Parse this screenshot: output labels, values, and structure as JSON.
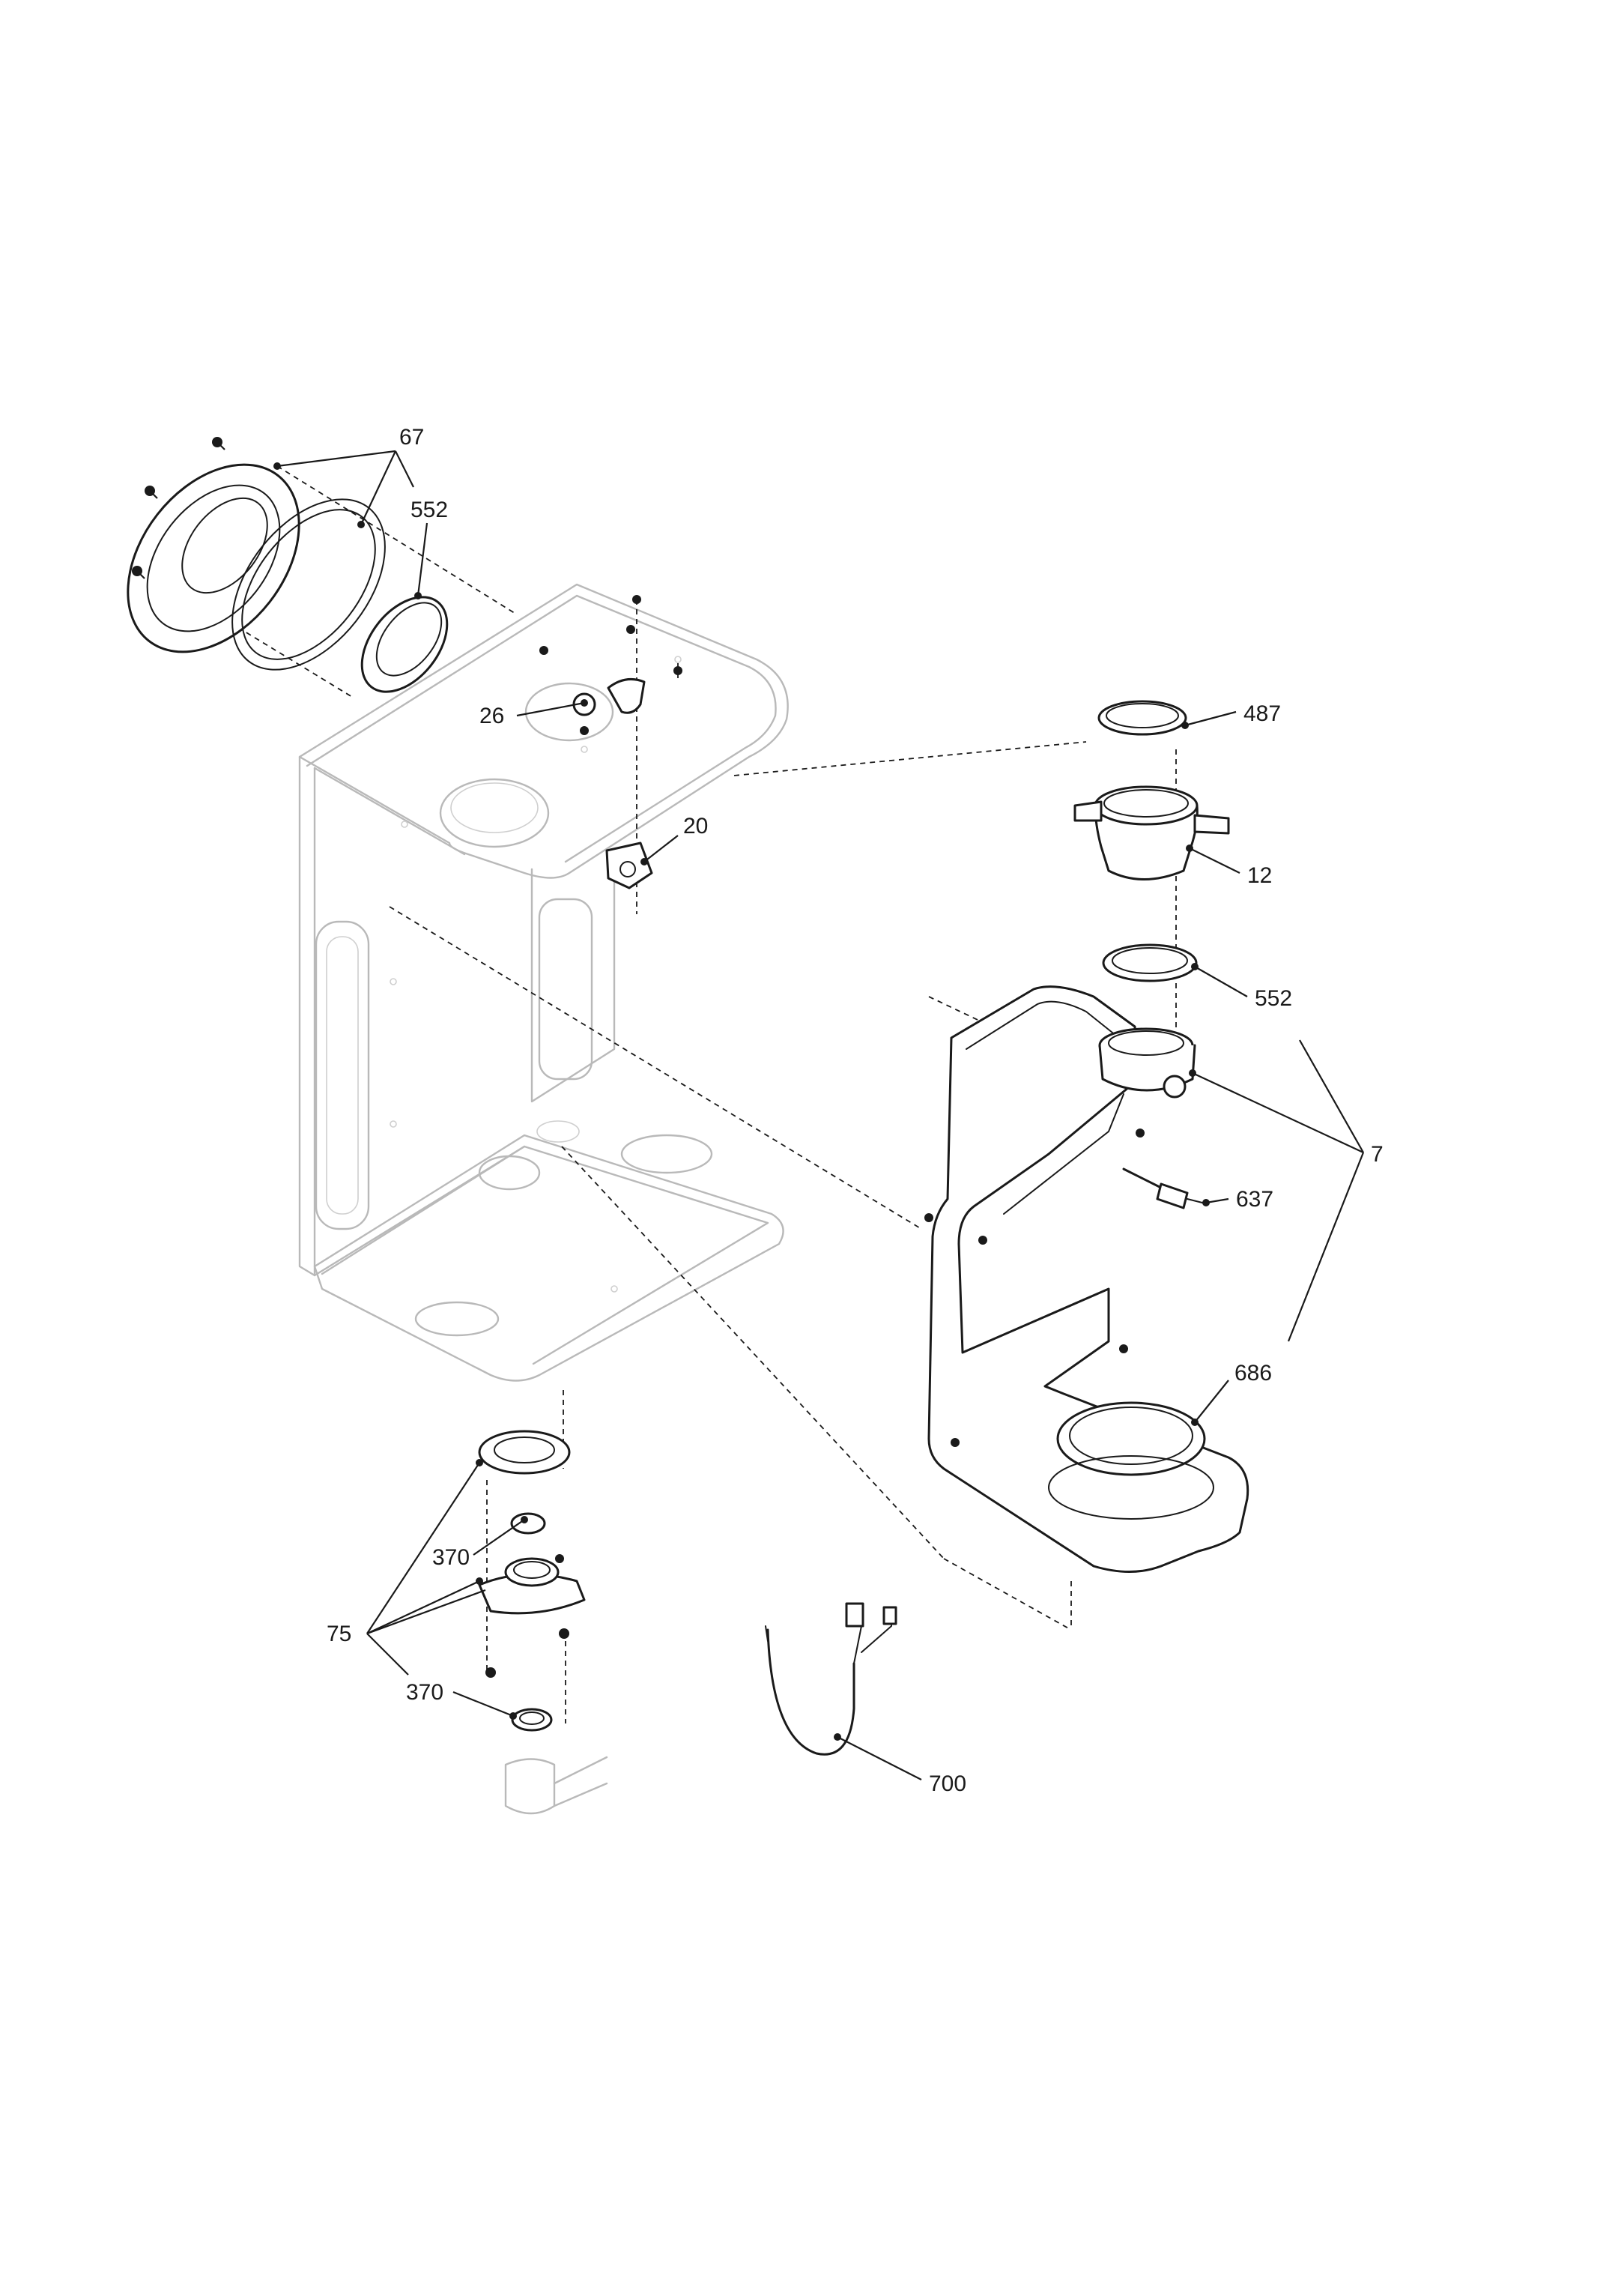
{
  "callouts": {
    "c67": "67",
    "c552_top": "552",
    "c26": "26",
    "c20": "20",
    "c487": "487",
    "c12": "12",
    "c552_right": "552",
    "c7": "7",
    "c637": "637",
    "c686": "686",
    "c370_upper": "370",
    "c75": "75",
    "c370_lower": "370",
    "c700": "700"
  },
  "colors": {
    "line": "#1a1a1a",
    "ghost_outline": "#b9b9b9",
    "background": "#ffffff"
  }
}
